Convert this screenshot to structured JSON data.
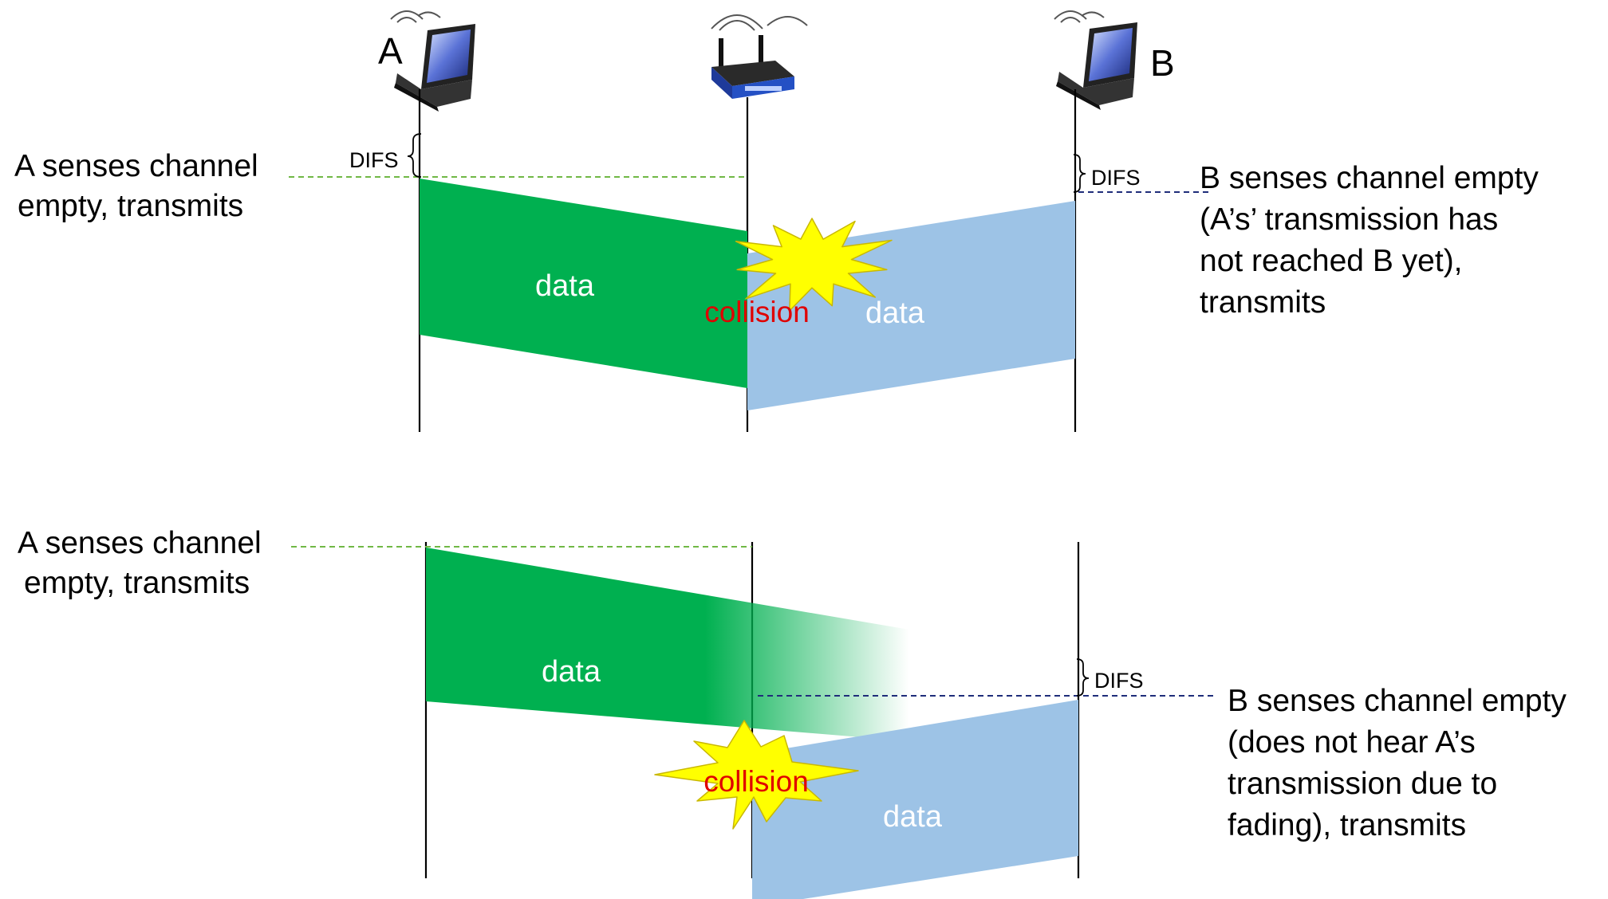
{
  "nodes": {
    "a": "A",
    "b": "B"
  },
  "colors": {
    "green_frame": "#00b050",
    "blue_frame": "#9dc3e6",
    "burst_fill": "#ffff00",
    "collision_text": "#e00000",
    "green_dash": "#70b845",
    "navy_dash": "#1f2d7a"
  },
  "icons": [
    "laptop-icon",
    "wireless-router-icon",
    "laptop-icon"
  ],
  "scenario1": {
    "a_label": [
      "A senses channel",
      "empty, transmits"
    ],
    "b_label": [
      "B senses channel empty",
      "(A’s’ transmission has",
      "not reached B yet),",
      "transmits"
    ],
    "difs_a": "DIFS",
    "difs_b": "DIFS",
    "data_a": "data",
    "data_b": "data",
    "collision": "collision"
  },
  "scenario2": {
    "a_label": [
      "A senses channel",
      "empty, transmits"
    ],
    "b_label": [
      "B senses channel empty",
      "(does not hear A’s",
      "transmission due to",
      "fading), transmits"
    ],
    "difs_b": "DIFS",
    "data_a": "data",
    "data_b": "data",
    "collision": "collision"
  }
}
